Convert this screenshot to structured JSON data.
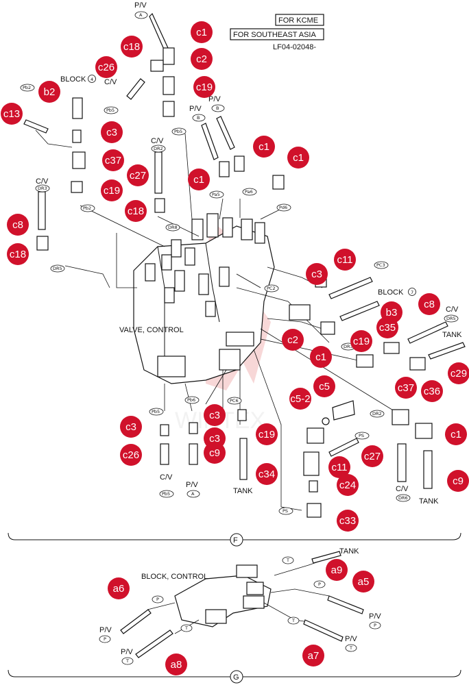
{
  "header": {
    "box1": "FOR KCME",
    "box2": "FOR SOUTHEAST ASIA",
    "code": "LF04-02048-"
  },
  "colors": {
    "callout": "#d0112b",
    "ink": "#111111",
    "watermark": "#f2b8b8"
  },
  "labels": {
    "pv": "P/V",
    "cv": "C/V",
    "block4": "BLOCK",
    "block4_num": "4",
    "block7": "BLOCK",
    "block7_num": "7",
    "valve_control": "VALVE, CONTROL",
    "block_control": "BLOCK, CONTROL",
    "tank": "TANK",
    "section_f": "F",
    "section_g": "G"
  },
  "ports": {
    "A": "A",
    "B": "B",
    "T": "T",
    "P": "P",
    "Pb2": "Pb2",
    "Pb5": "Pb5",
    "Pb6": "Pb6",
    "Pa5": "Pa5",
    "Pa6": "Pa6",
    "Pd6": "Pd6",
    "Pc3": "PC3",
    "Pc6": "PC6",
    "Pc2": "PC2",
    "DR2": "DR2",
    "DR3": "DR3",
    "DR5": "DR5",
    "DR6": "DR6",
    "DR8": "DR8",
    "PS": "PS"
  },
  "callouts": [
    "c1",
    "c18",
    "c26",
    "c2",
    "c19",
    "b2",
    "c13",
    "c3",
    "c37",
    "c27",
    "c19",
    "c18",
    "c8",
    "c18",
    "c1",
    "c1",
    "c1",
    "c3",
    "c11",
    "c8",
    "b3",
    "c35",
    "c19",
    "c2",
    "c1",
    "c29",
    "c36",
    "c37",
    "c5",
    "c5-2",
    "c3",
    "c3",
    "c3",
    "c19",
    "c1",
    "c26",
    "c9",
    "c27",
    "c9",
    "c34",
    "c11",
    "c24",
    "c33",
    "a9",
    "a5",
    "a6",
    "a8",
    "a7"
  ]
}
